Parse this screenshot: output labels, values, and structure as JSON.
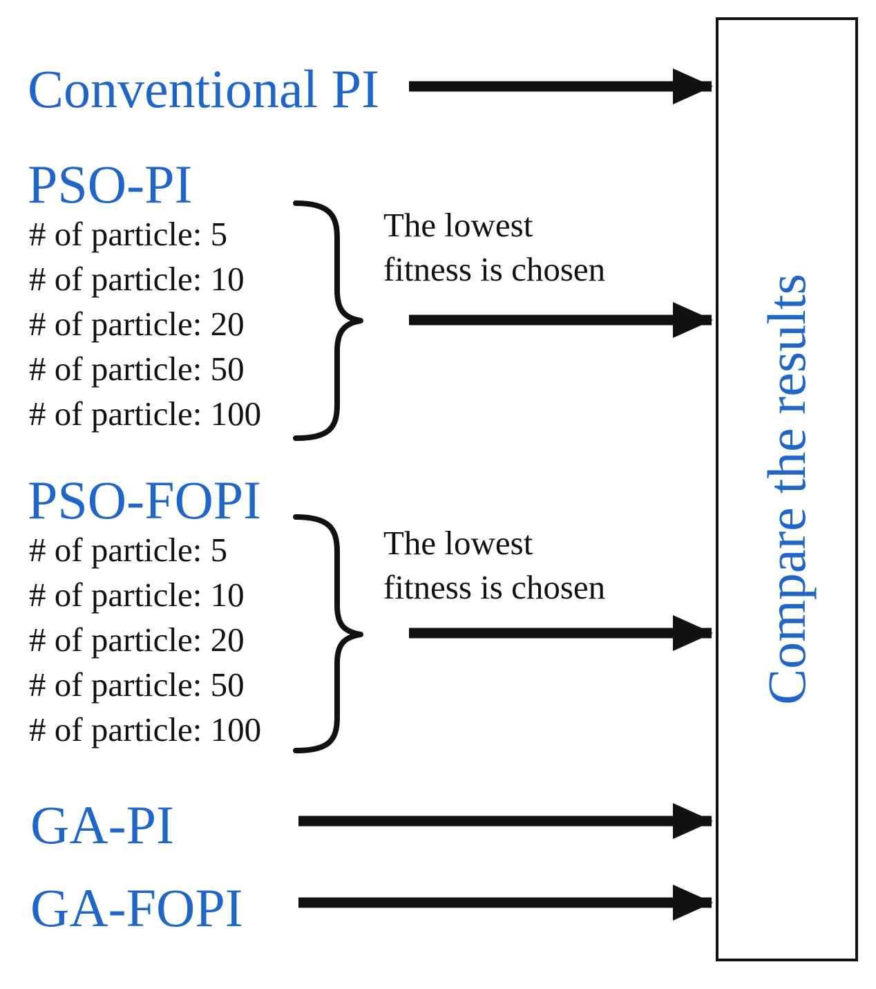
{
  "methods": {
    "conventional_pi": {
      "title": "Conventional PI"
    },
    "pso_pi": {
      "title": "PSO-PI",
      "particles": [
        "# of particle: 5",
        "# of particle: 10",
        "# of particle: 20",
        "# of particle: 50",
        "# of particle: 100"
      ],
      "note_line1": "The lowest",
      "note_line2": "fitness is chosen"
    },
    "pso_fopi": {
      "title": "PSO-FOPI",
      "particles": [
        "# of particle: 5",
        "# of particle: 10",
        "# of particle: 20",
        "# of particle: 50",
        "# of particle: 100"
      ],
      "note_line1": "The lowest",
      "note_line2": "fitness is chosen"
    },
    "ga_pi": {
      "title": "GA-PI"
    },
    "ga_fopi": {
      "title": "GA-FOPI"
    }
  },
  "compare_box": {
    "label": "Compare the results"
  },
  "colors": {
    "method_text": "#1f66c8",
    "body_text": "#111111",
    "arrows": "#111111"
  }
}
